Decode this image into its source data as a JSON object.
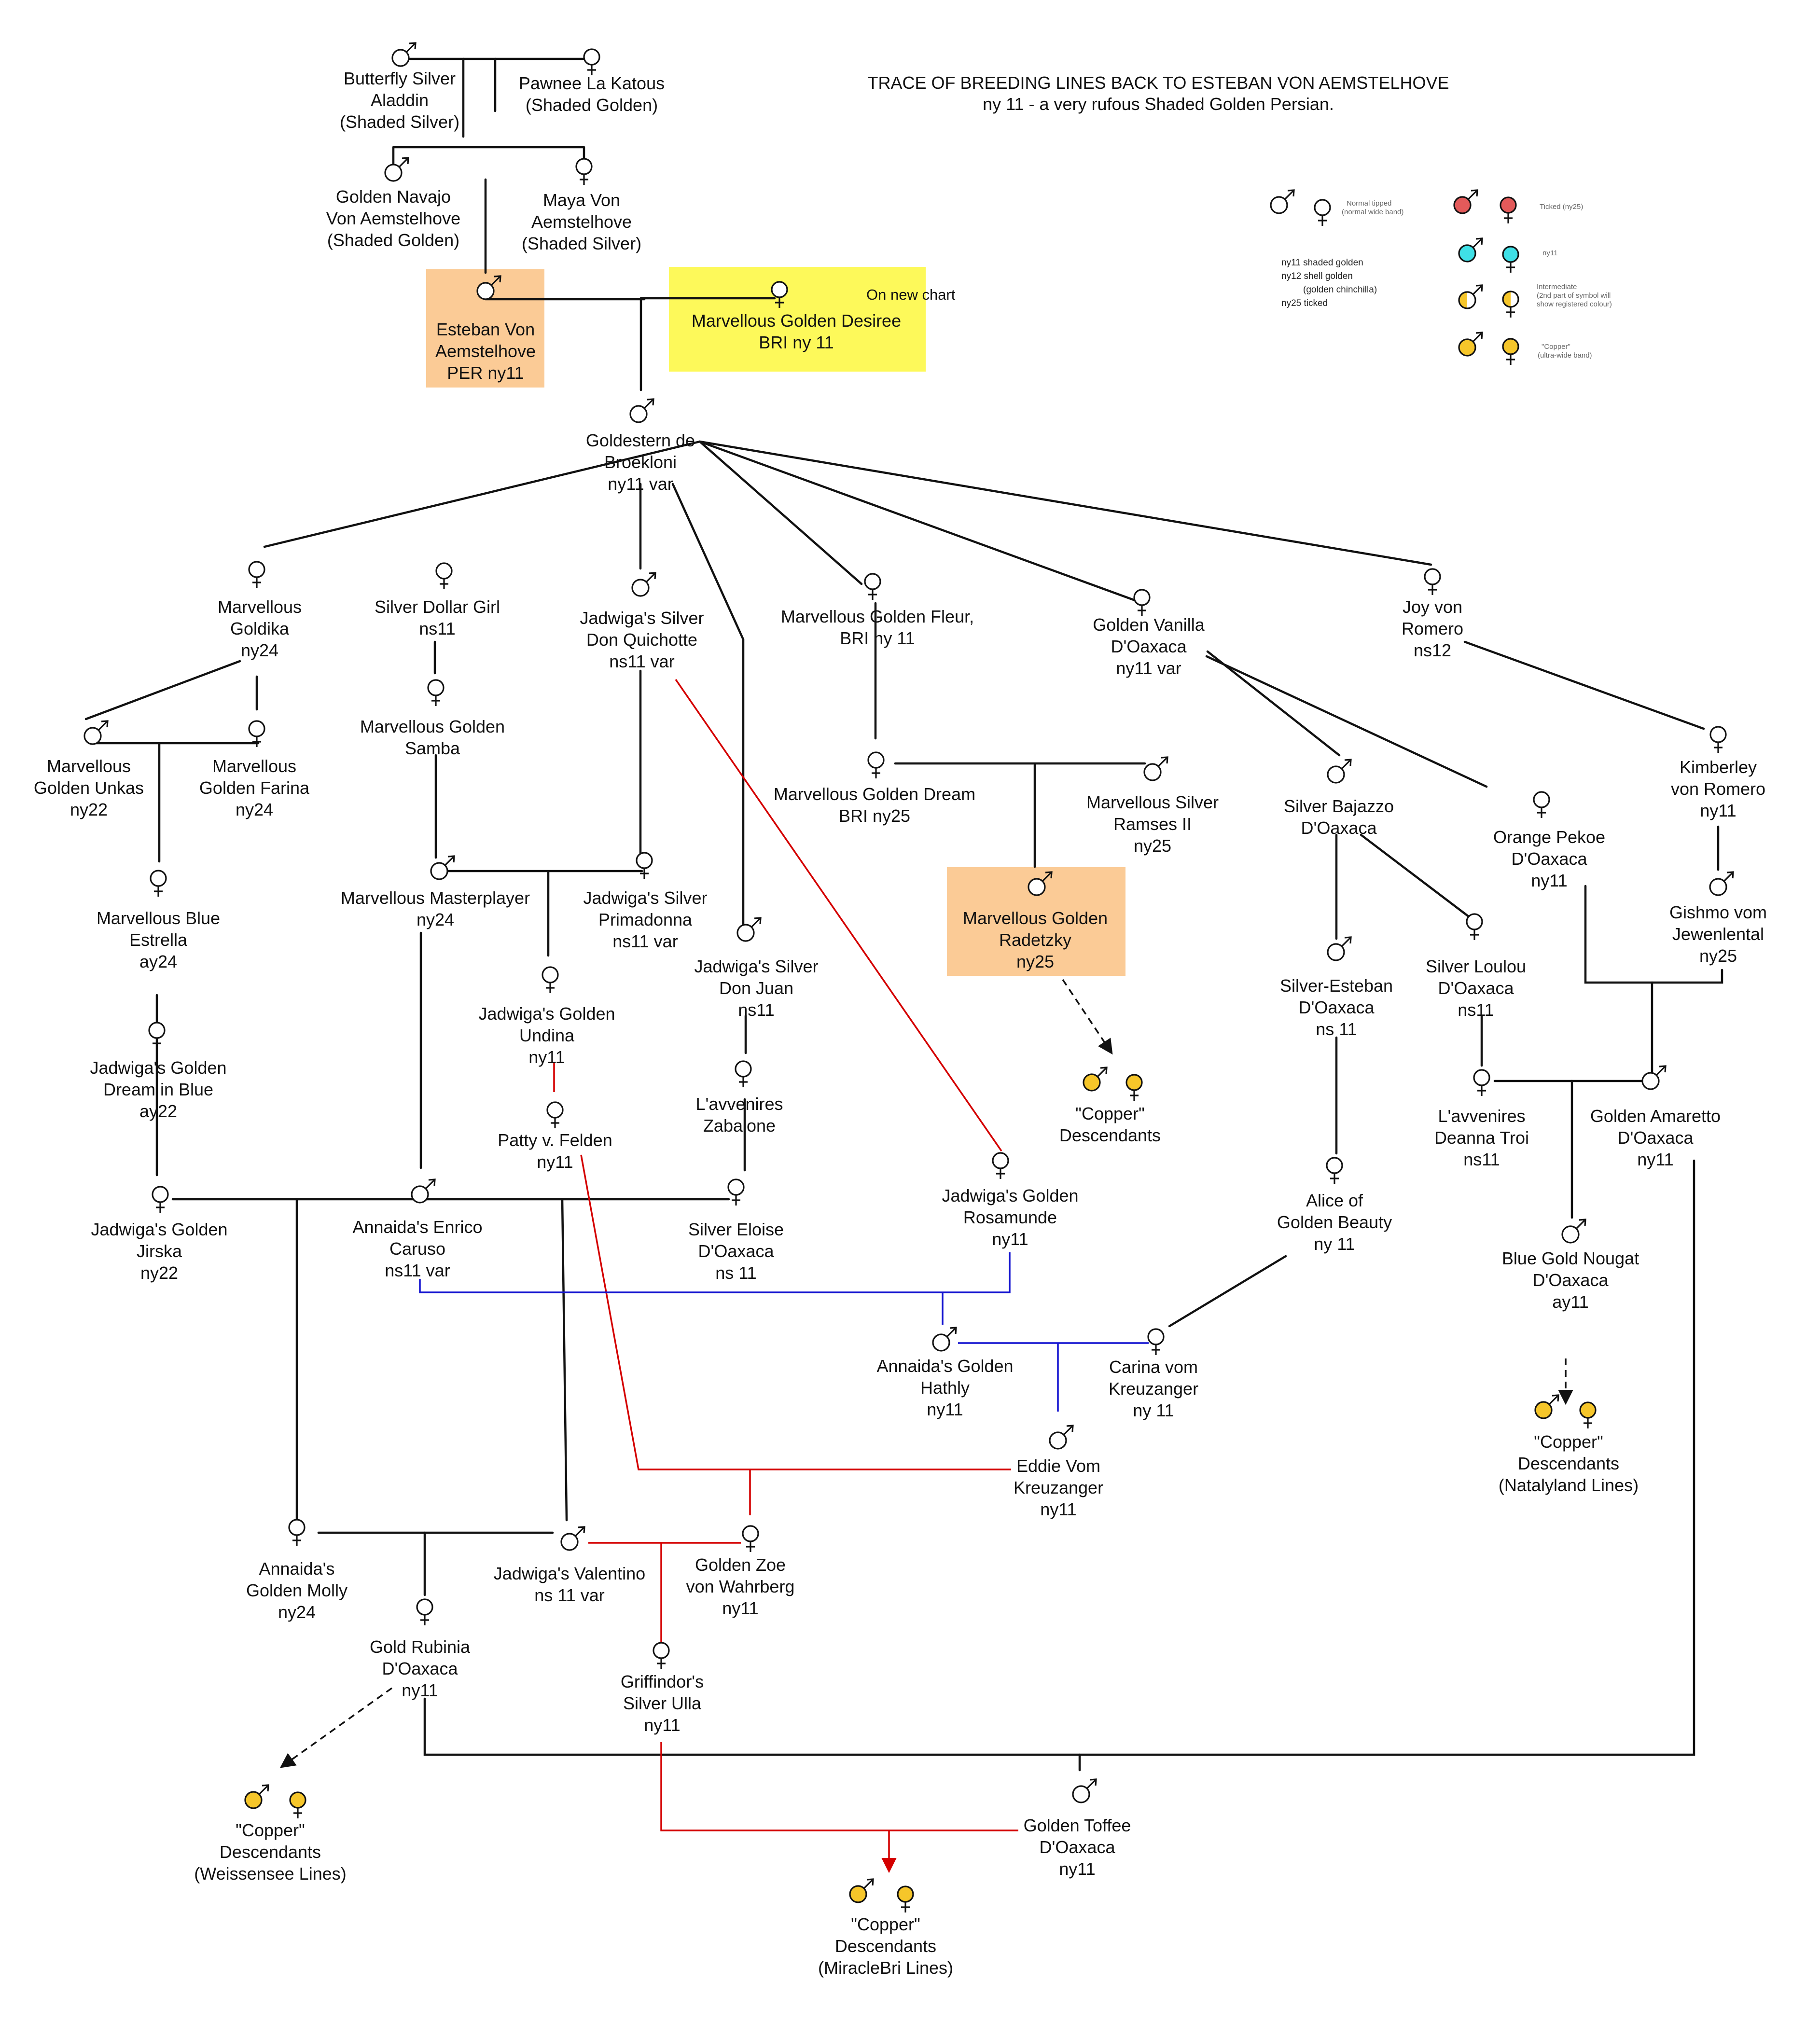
{
  "header": {
    "title": "TRACE OF BREEDING LINES BACK TO ESTEBAN VON AEMSTELHOVE",
    "subtitle": "ny 11 - a very rufous Shaded Golden Persian."
  },
  "note_on_new_chart": "On new chart",
  "legend": {
    "normal_label": "Normal tipped",
    "normal_sub": "(normal wide band)",
    "ticked_label": "Ticked (ny25)",
    "ny11_label": "ny11",
    "intermediate_label": "Intermediate",
    "intermediate_sub1": "(2nd part of symbol will",
    "intermediate_sub2": "show registered colour)",
    "copper_label": "\"Copper\"",
    "copper_sub": "(ultra-wide band)",
    "codes": [
      "ny11 shaded golden",
      "ny12 shell golden",
      "(golden chinchilla)",
      "ny25 ticked"
    ],
    "colors": {
      "ticked": "#e35a5a",
      "ny11": "#3fe0e6",
      "copper": "#f6c62a",
      "line_red": "#d40000",
      "line_blue": "#1515d0"
    }
  },
  "nodes": {
    "butterfly": [
      "Butterfly Silver",
      "Aladdin",
      "(Shaded Silver)"
    ],
    "pawnee": [
      "Pawnee La Katous",
      "(Shaded Golden)"
    ],
    "navajo": [
      "Golden Navajo",
      "Von Aemstelhove",
      "(Shaded Golden)"
    ],
    "maya": [
      "Maya Von",
      "Aemstelhove",
      "(Shaded Silver)"
    ],
    "esteban": [
      "Esteban Von",
      "Aemstelhove",
      "PER        ny11"
    ],
    "desiree": [
      "Marvellous Golden Desiree",
      "BRI ny 11"
    ],
    "goldestern": [
      "Goldestern de",
      "Broekloni",
      "ny11 var"
    ],
    "goldika": [
      "Marvellous",
      "Goldika",
      "ny24"
    ],
    "silverdollar": [
      "Silver Dollar Girl",
      "ns11"
    ],
    "quichotte": [
      "Jadwiga's Silver",
      "Don Quichotte",
      "ns11 var"
    ],
    "fleur": [
      "Marvellous Golden Fleur,",
      "BRI ny 11"
    ],
    "vanilla": [
      "Golden Vanilla",
      "D'Oaxaca",
      "ny11 var"
    ],
    "joy": [
      "Joy von",
      "Romero",
      "ns12"
    ],
    "unkas": [
      "Marvellous",
      "Golden Unkas",
      "ny22"
    ],
    "farina": [
      "Marvellous",
      "Golden Farina",
      "ny24"
    ],
    "samba": [
      "Marvellous Golden",
      "Samba"
    ],
    "dream": [
      "Marvellous Golden  Dream",
      "BRI ny25"
    ],
    "ramses": [
      "Marvellous Silver",
      "Ramses II",
      "ny25"
    ],
    "bajazzo": [
      "Silver Bajazzo",
      "D'Oaxaca"
    ],
    "pekoe": [
      "Orange Pekoe",
      "D'Oaxaca",
      "ny11"
    ],
    "kimberley": [
      "Kimberley",
      "von Romero",
      "ny11"
    ],
    "estrella": [
      "Marvellous Blue",
      "Estrella",
      "ay24"
    ],
    "masterplayer": [
      "Marvellous Masterplayer",
      "ny24"
    ],
    "primadonna": [
      "Jadwiga's Silver",
      "Primadonna",
      "ns11 var"
    ],
    "radetzky": [
      "Marvellous Golden",
      "Radetzky",
      "ny25"
    ],
    "gishmo": [
      "Gishmo vom",
      "Jewenlental",
      "ny25"
    ],
    "donjuan": [
      "Jadwiga's Silver",
      "Don Juan",
      "ns11"
    ],
    "undina": [
      "Jadwiga's Golden",
      "Undina",
      "ny11"
    ],
    "silveresteban": [
      "Silver-Esteban",
      "D'Oaxaca",
      "ns 11"
    ],
    "loulou": [
      "Silver Loulou",
      "D'Oaxaca",
      "ns11"
    ],
    "dreamblue": [
      "Jadwiga's Golden",
      "Dream in Blue",
      "ay22"
    ],
    "zabaione": [
      "L'avvenires",
      "Zabaione"
    ],
    "patty": [
      "Patty v. Felden",
      "ny11"
    ],
    "copper_radetzky": [
      "\"Copper\"",
      "Descendants"
    ],
    "deanna": [
      "L'avvenires",
      "Deanna Troi",
      "ns11"
    ],
    "amaretto": [
      "Golden Amaretto",
      "D'Oaxaca",
      "ny11"
    ],
    "jirska": [
      "Jadwiga's Golden",
      "Jirska",
      "ny22"
    ],
    "caruso": [
      "Annaida's Enrico",
      "Caruso",
      "ns11 var"
    ],
    "eloise": [
      "Silver Eloise",
      "D'Oaxaca",
      "ns 11"
    ],
    "rosamunde": [
      "Jadwiga's Golden",
      "Rosamunde",
      "ny11"
    ],
    "alice": [
      "Alice of",
      "Golden Beauty",
      "ny 11"
    ],
    "nougat": [
      "Blue Gold Nougat",
      "D'Oaxaca",
      "ay11"
    ],
    "hathly": [
      "Annaida's Golden",
      "Hathly",
      "ny11"
    ],
    "carina": [
      "Carina vom",
      "Kreuzanger",
      "ny 11"
    ],
    "copper_natalyland": [
      "\"Copper\"",
      "Descendants",
      "(Natalyland Lines)"
    ],
    "eddie": [
      "Eddie Vom",
      "Kreuzanger",
      "ny11"
    ],
    "molly": [
      "Annaida's",
      "Golden Molly",
      "ny24"
    ],
    "valentino": [
      "Jadwiga's Valentino",
      "ns 11 var"
    ],
    "zoe": [
      "Golden Zoe",
      "von Wahrberg",
      "ny11"
    ],
    "rubinia": [
      "Gold Rubinia",
      "D'Oaxaca",
      "ny11"
    ],
    "ulla": [
      "Griffindor's",
      "Silver Ulla",
      "ny11"
    ],
    "copper_weissensee": [
      "\"Copper\"",
      "Descendants",
      "(Weissensee Lines)"
    ],
    "toffee": [
      "Golden Toffee",
      "D'Oaxaca",
      "ny11"
    ],
    "copper_miraclebri": [
      "\"Copper\"",
      "Descendants",
      "(MiracleBri Lines)"
    ]
  }
}
